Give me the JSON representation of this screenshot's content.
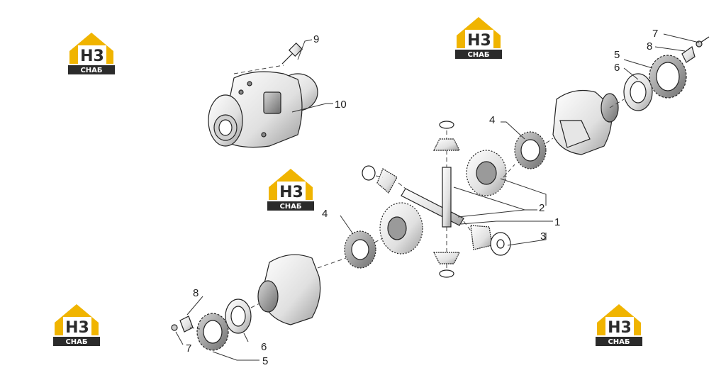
{
  "brand": {
    "mark": "H3",
    "name": "CHAБ",
    "colors": {
      "roof": "#f0b400",
      "plate": "#2b2b2b",
      "text": "#ffffff"
    }
  },
  "logos": [
    {
      "id": "logo-top-left"
    },
    {
      "id": "logo-top-center"
    },
    {
      "id": "logo-middle-left"
    },
    {
      "id": "logo-bottom-left"
    },
    {
      "id": "logo-bottom-right"
    }
  ],
  "callouts": {
    "c1": "1",
    "c2": "2",
    "c3": "3",
    "c4a": "4",
    "c4b": "4",
    "c5a": "5",
    "c5b": "5",
    "c6a": "6",
    "c6b": "6",
    "c7a": "7",
    "c7b": "7",
    "c8a": "8",
    "c8b": "8",
    "c9": "9",
    "c10": "10"
  },
  "colors": {
    "line": "#222222",
    "part_fill": "#f2f2f2",
    "part_shade": "#bdbdbd",
    "dark": "#555555"
  }
}
